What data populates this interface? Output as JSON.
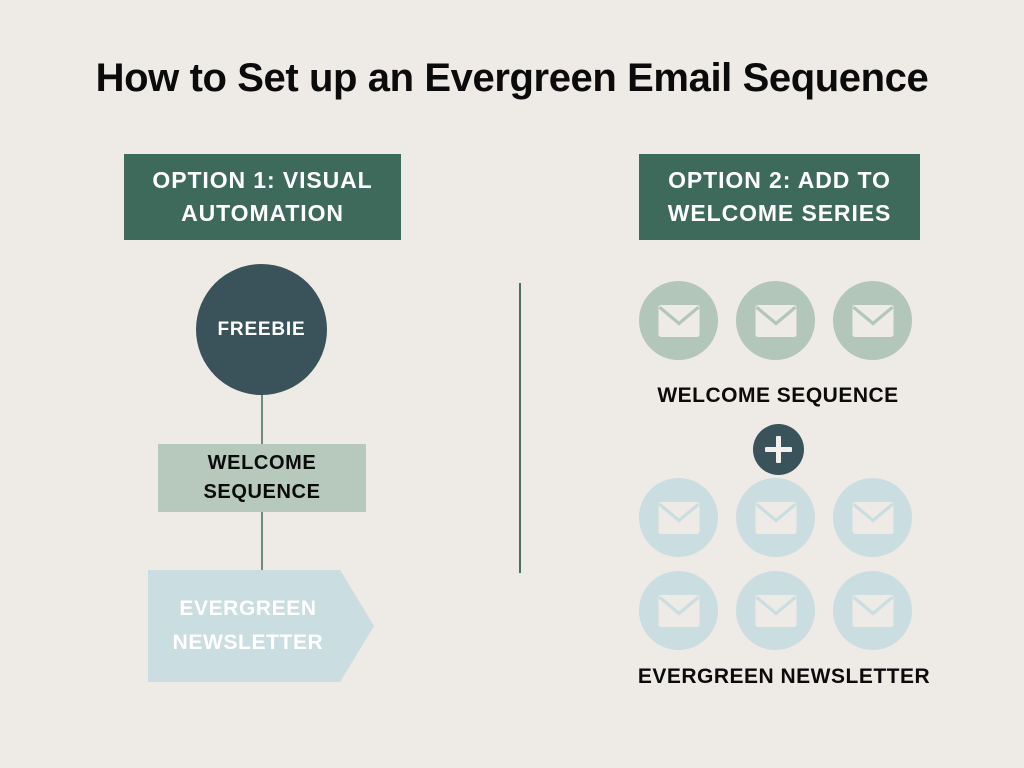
{
  "page": {
    "title": "How to Set up an Evergreen Email Sequence",
    "background_color": "#EEEAE6"
  },
  "colors": {
    "banner_green": "#3E6A5B",
    "dark_slate": "#3A525A",
    "sage_green": "#B7C8BC",
    "light_blue": "#CADDE0",
    "divider_green": "#4C6E60",
    "text_dark": "#0B0B0B",
    "text_light": "#FFFFFF"
  },
  "option_left": {
    "banner": {
      "line1": "OPTION 1:  VISUAL",
      "line2": "AUTOMATION"
    },
    "nodes": {
      "freebie": "FREEBIE",
      "welcome_sequence_line1": "WELCOME",
      "welcome_sequence_line2": "SEQUENCE",
      "evergreen_newsletter_line1": "EVERGREEN",
      "evergreen_newsletter_line2": "NEWSLETTER"
    }
  },
  "option_right": {
    "banner": {
      "line1": "OPTION 2:  ADD TO",
      "line2": "WELCOME SERIES"
    },
    "welcome_group": {
      "label": "WELCOME SEQUENCE",
      "icon_count": 3,
      "icon_name": "envelope-icon",
      "circle_color": "#B2C6B9"
    },
    "operator": {
      "symbol": "+",
      "icon_name": "plus-icon"
    },
    "evergreen_group": {
      "label": "EVERGREEN NEWSLETTER",
      "icon_count": 6,
      "icon_name": "envelope-icon",
      "circle_color": "#CADDE0"
    }
  }
}
